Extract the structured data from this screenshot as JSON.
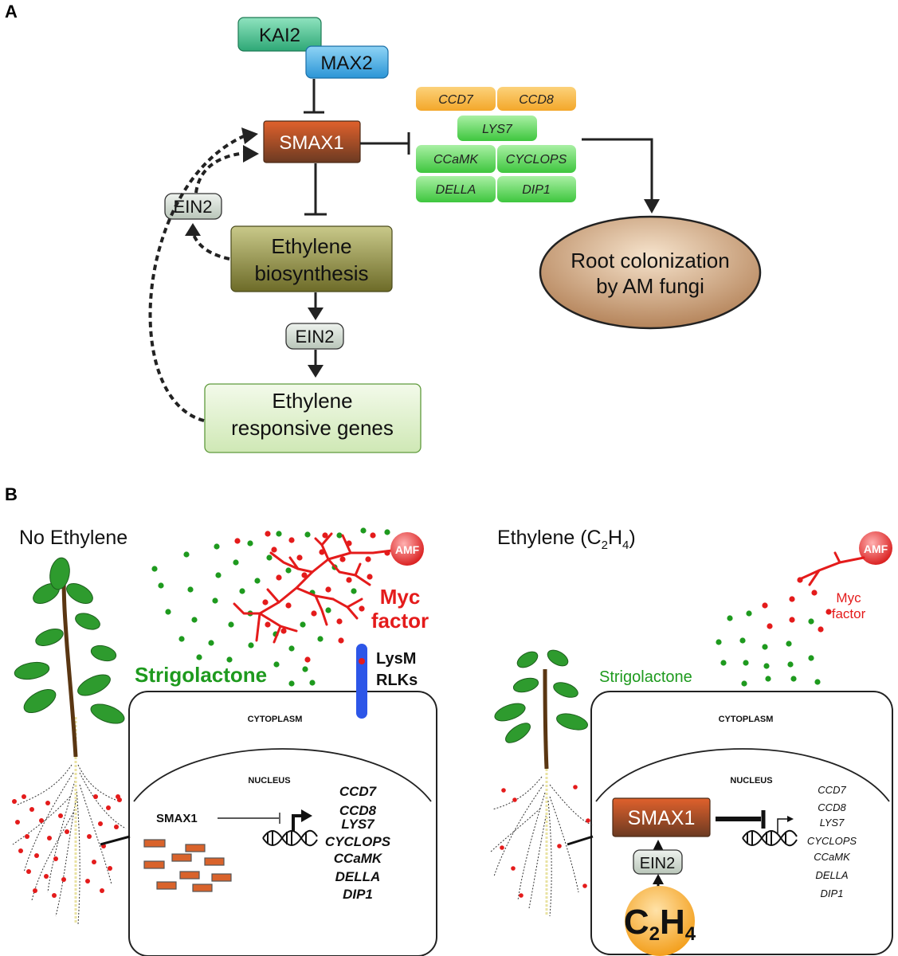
{
  "panel_a": {
    "label": "A",
    "kai2": "KAI2",
    "max2": "MAX2",
    "smax1": "SMAX1",
    "ein2_side": "EIN2",
    "ethylene_biosynthesis_line1": "Ethylene",
    "ethylene_biosynthesis_line2": "biosynthesis",
    "ein2_mid": "EIN2",
    "ethylene_responsive_line1": "Ethylene",
    "ethylene_responsive_line2": "responsive genes",
    "genes": {
      "ccd7": "CCD7",
      "ccd8": "CCD8",
      "lys7": "LYS7",
      "ccamk": "CCaMK",
      "cyclops": "CYCLOPS",
      "della": "DELLA",
      "dip1": "DIP1"
    },
    "root_colonization_line1": "Root colonization",
    "root_colonization_line2": "by AM fungi"
  },
  "panel_b": {
    "label": "B",
    "left": {
      "title": "No Ethylene",
      "amf": "AMF",
      "myc_line1": "Myc",
      "myc_line2": "factor",
      "strigolactone": "Strigolactone",
      "lysm_line1": "LysM",
      "lysm_line2": "RLKs",
      "cytoplasm": "CYTOPLASM",
      "nucleus": "NUCLEUS",
      "smax1": "SMAX1",
      "genes": [
        "CCD7",
        "CCD8",
        "LYS7",
        "CYCLOPS",
        "CCaMK",
        "DELLA",
        "DIP1"
      ]
    },
    "right": {
      "title_main": "Ethylene (C",
      "title_sub1": "2",
      "title_mid": "H",
      "title_sub2": "4",
      "title_end": ")",
      "amf": "AMF",
      "myc_line1": "Myc",
      "myc_line2": "factor",
      "strigolactone": "Strigolactone",
      "cytoplasm": "CYTOPLASM",
      "nucleus": "NUCLEUS",
      "smax1": "SMAX1",
      "ein2": "EIN2",
      "c2h4_c": "C",
      "c2h4_2": "2",
      "c2h4_h": "H",
      "c2h4_4": "4",
      "genes": [
        "CCD7",
        "CCD8",
        "LYS7",
        "CYCLOPS",
        "CCaMK",
        "DELLA",
        "DIP1"
      ]
    }
  },
  "colors": {
    "kai2": "#3fbf8a",
    "max2": "#3aa7e0",
    "smax1": "#b5522c",
    "ccd": "#f6b33d",
    "gene_green": "#55d455",
    "ethylene_box": "#8a8a3c",
    "responsive_box": "#dff0cc",
    "ein2_box": "#cfd8cf",
    "root_ellipse": "#c8976a",
    "myc_red": "#e82020",
    "strigolactone_green": "#1e9a1e",
    "lysm_blue": "#2d56e8",
    "c2h4_orange": "#f5a623"
  }
}
